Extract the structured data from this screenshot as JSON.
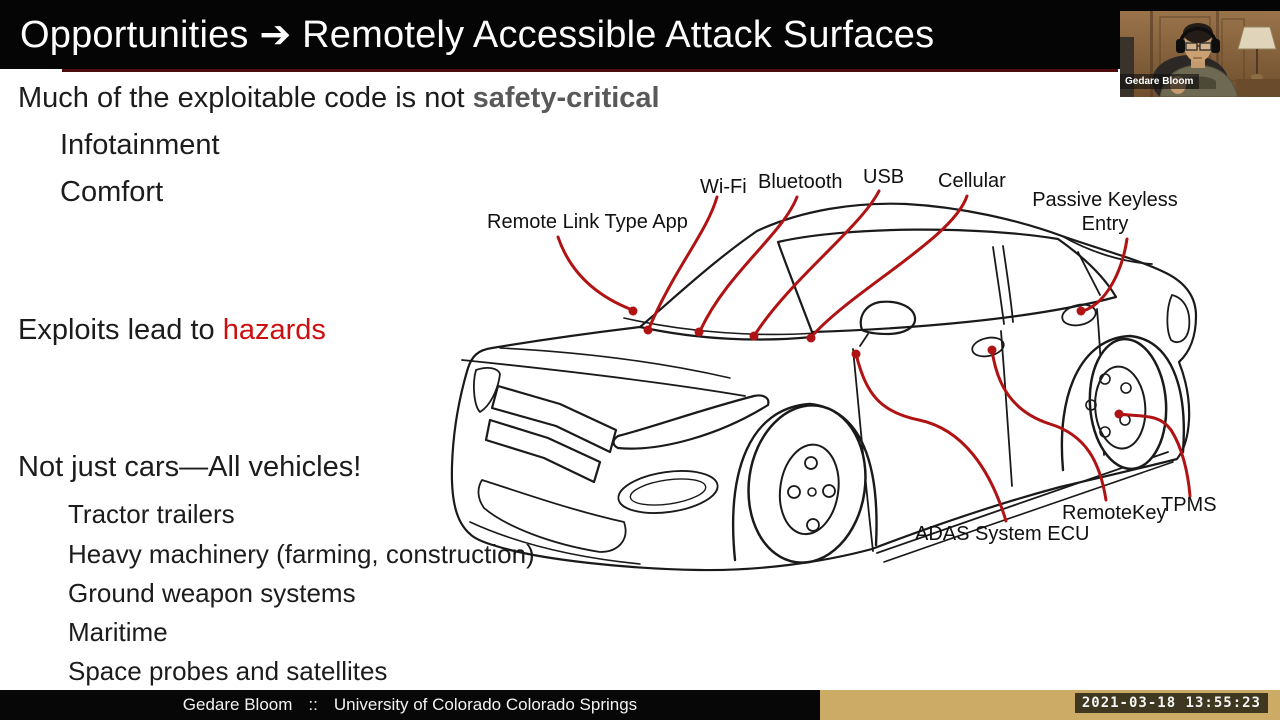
{
  "title": {
    "text": "Opportunities ➔ Remotely Accessible Attack Surfaces"
  },
  "slide": {
    "line1_prefix": "Much of the exploitable code is not ",
    "line1_highlight": "safety-critical",
    "bullets1": [
      "Infotainment",
      "Comfort"
    ],
    "line2_prefix": "Exploits lead to ",
    "line2_highlight": "hazards",
    "line3": "Not just cars—All vehicles!",
    "bullets2": [
      "Tractor trailers",
      "Heavy machinery (farming, construction)",
      "Ground weapon systems",
      "Maritime",
      "Space probes and satellites"
    ]
  },
  "diagram": {
    "labels": {
      "remote_link": "Remote Link Type App",
      "wifi": "Wi-Fi",
      "bluetooth": "Bluetooth",
      "usb": "USB",
      "cellular": "Cellular",
      "pke_line1": "Passive Keyless",
      "pke_line2": "Entry",
      "remote_key": "RemoteKey",
      "tpms": "TPMS",
      "adas": "ADAS System ECU"
    }
  },
  "webcam": {
    "name_label": "Gedare Bloom"
  },
  "footer": {
    "presenter": "Gedare Bloom",
    "separator": "::",
    "affiliation": "University of Colorado Colorado Springs",
    "timestamp": "2021-03-18 13:55:23"
  },
  "colors": {
    "annotation_red": "#b01313",
    "hazard_red": "#cc1010",
    "highlight_gray": "#595959",
    "footer_gold": "#cbab65",
    "title_bar": "#050505"
  }
}
